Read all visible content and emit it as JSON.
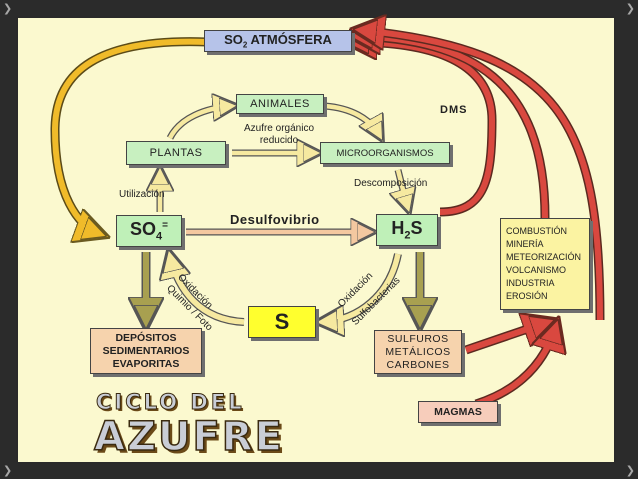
{
  "diagram": {
    "so2_atmosfera": {
      "main": "SO",
      "sub": "2",
      "rest": " ATMÓSFERA"
    },
    "animales": "ANIMALES",
    "plantas": "PLANTAS",
    "microorganismos": "MICROORGANISMOS",
    "azufre_organico": [
      "Azufre orgánico",
      "reducido"
    ],
    "utilizacion": "Utilización",
    "descomposicion": "Descomposición",
    "dms": "DMS",
    "so4": {
      "main": "SO",
      "sub": "4",
      "sup": "="
    },
    "h2s": {
      "h": "H",
      "sub": "2",
      "s": "S"
    },
    "desulfovibrio": "Desulfovibrio",
    "s": "S",
    "oxidacion_left": "Oxidación",
    "quimio_foto": "Quimio / Foto",
    "oxidacion_right": "Oxidación",
    "sulfobacterias": "Sulfobacterias",
    "depositos": [
      "DEPÓSITOS",
      "SEDIMENTARIOS",
      "EVAPORITAS"
    ],
    "sulfuros": [
      "SULFUROS",
      "METÁLICOS",
      "CARBONES"
    ],
    "sources": [
      "COMBUSTIÓN",
      "MINERÍA",
      "METEORIZACIÓN",
      "VOLCANISMO",
      "INDUSTRIA",
      "EROSIÓN"
    ],
    "magmas": "MAGMAS",
    "title_line1": "CICLO DEL",
    "title_line2": "AZUFRE"
  },
  "colors": {
    "background": "#fbf9cf",
    "yellow_arrow": "#f0bb2a",
    "red_arrow": "#d9483f",
    "olive_arrow": "#a8a050",
    "title_silver": "#c9cdd6",
    "title_shadow": "#6b4a18"
  }
}
